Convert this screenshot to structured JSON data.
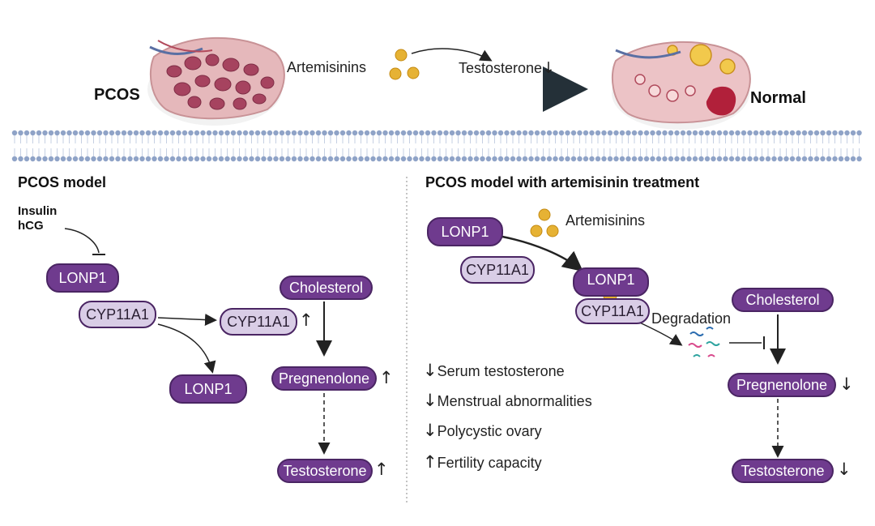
{
  "top": {
    "left_label": "PCOS",
    "right_label": "Normal",
    "drug_label": "Artemisinins",
    "effect_label": "Testosterone"
  },
  "left_panel": {
    "title": "PCOS model",
    "stimuli": [
      "Insulin",
      "hCG"
    ],
    "lonp1_top": "LONP1",
    "cyp_bound": "CYP11A1",
    "cyp_free": "CYP11A1",
    "lonp1_free": "LONP1",
    "cholesterol": "Cholesterol",
    "pregnenolone": "Pregnenolone",
    "testosterone": "Testosterone",
    "direction": "↑",
    "down": "↓"
  },
  "right_panel": {
    "title": "PCOS model with artemisinin treatment",
    "drug": "Artemisinins",
    "lonp1_a": "LONP1",
    "cyp_a": "CYP11A1",
    "lonp1_b": "LONP1",
    "cyp_b": "CYP11A1",
    "degradation": "Degradation",
    "cholesterol": "Cholesterol",
    "pregnenolone": "Pregnenolone",
    "testosterone": "Testosterone",
    "outcomes": [
      {
        "dir": "↓",
        "text": "Serum testosterone"
      },
      {
        "dir": "↓",
        "text": "Menstrual abnormalities"
      },
      {
        "dir": "↓",
        "text": "Polycystic ovary"
      },
      {
        "dir": "↑",
        "text": "Fertility capacity"
      }
    ]
  },
  "colors": {
    "protein_dark": "#6f3b8e",
    "protein_light": "#d9cde6",
    "outline": "#4a2563",
    "drug": "#e6b234",
    "membrane": "#8fa3c7",
    "ovary": "#e9b3b8"
  }
}
